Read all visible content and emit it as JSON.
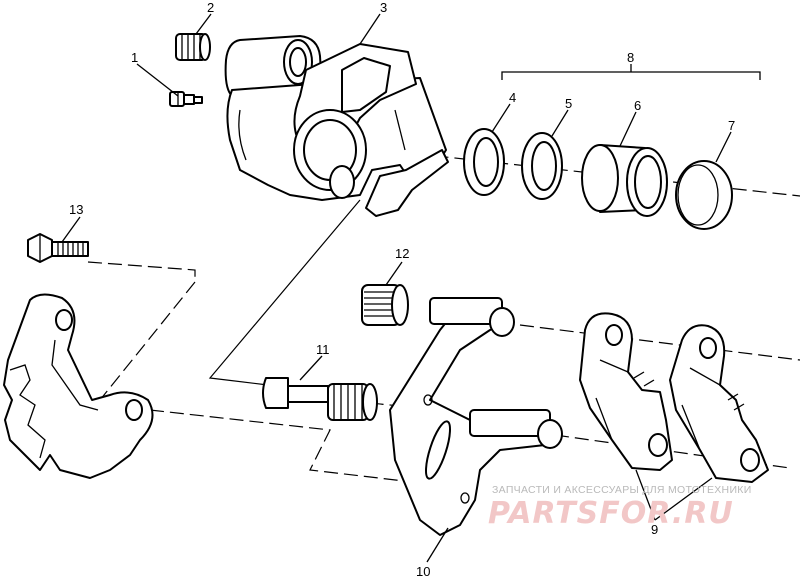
{
  "diagram": {
    "callouts": [
      {
        "id": "1",
        "text": "1"
      },
      {
        "id": "2",
        "text": "2"
      },
      {
        "id": "3",
        "text": "3"
      },
      {
        "id": "4",
        "text": "4"
      },
      {
        "id": "5",
        "text": "5"
      },
      {
        "id": "6",
        "text": "6"
      },
      {
        "id": "7",
        "text": "7"
      },
      {
        "id": "8",
        "text": "8"
      },
      {
        "id": "9",
        "text": "9"
      },
      {
        "id": "10",
        "text": "10"
      },
      {
        "id": "11",
        "text": "11"
      },
      {
        "id": "12",
        "text": "12"
      },
      {
        "id": "13",
        "text": "13"
      }
    ]
  },
  "watermark": {
    "caption": "ЗАПЧАСТИ И АКСЕССУАРЫ ДЛЯ МОТОТЕХНИКИ",
    "brand": "PARTSFOR.RU",
    "caption_color": "#b9b9b9",
    "brand_color": "#f2c7c7"
  }
}
